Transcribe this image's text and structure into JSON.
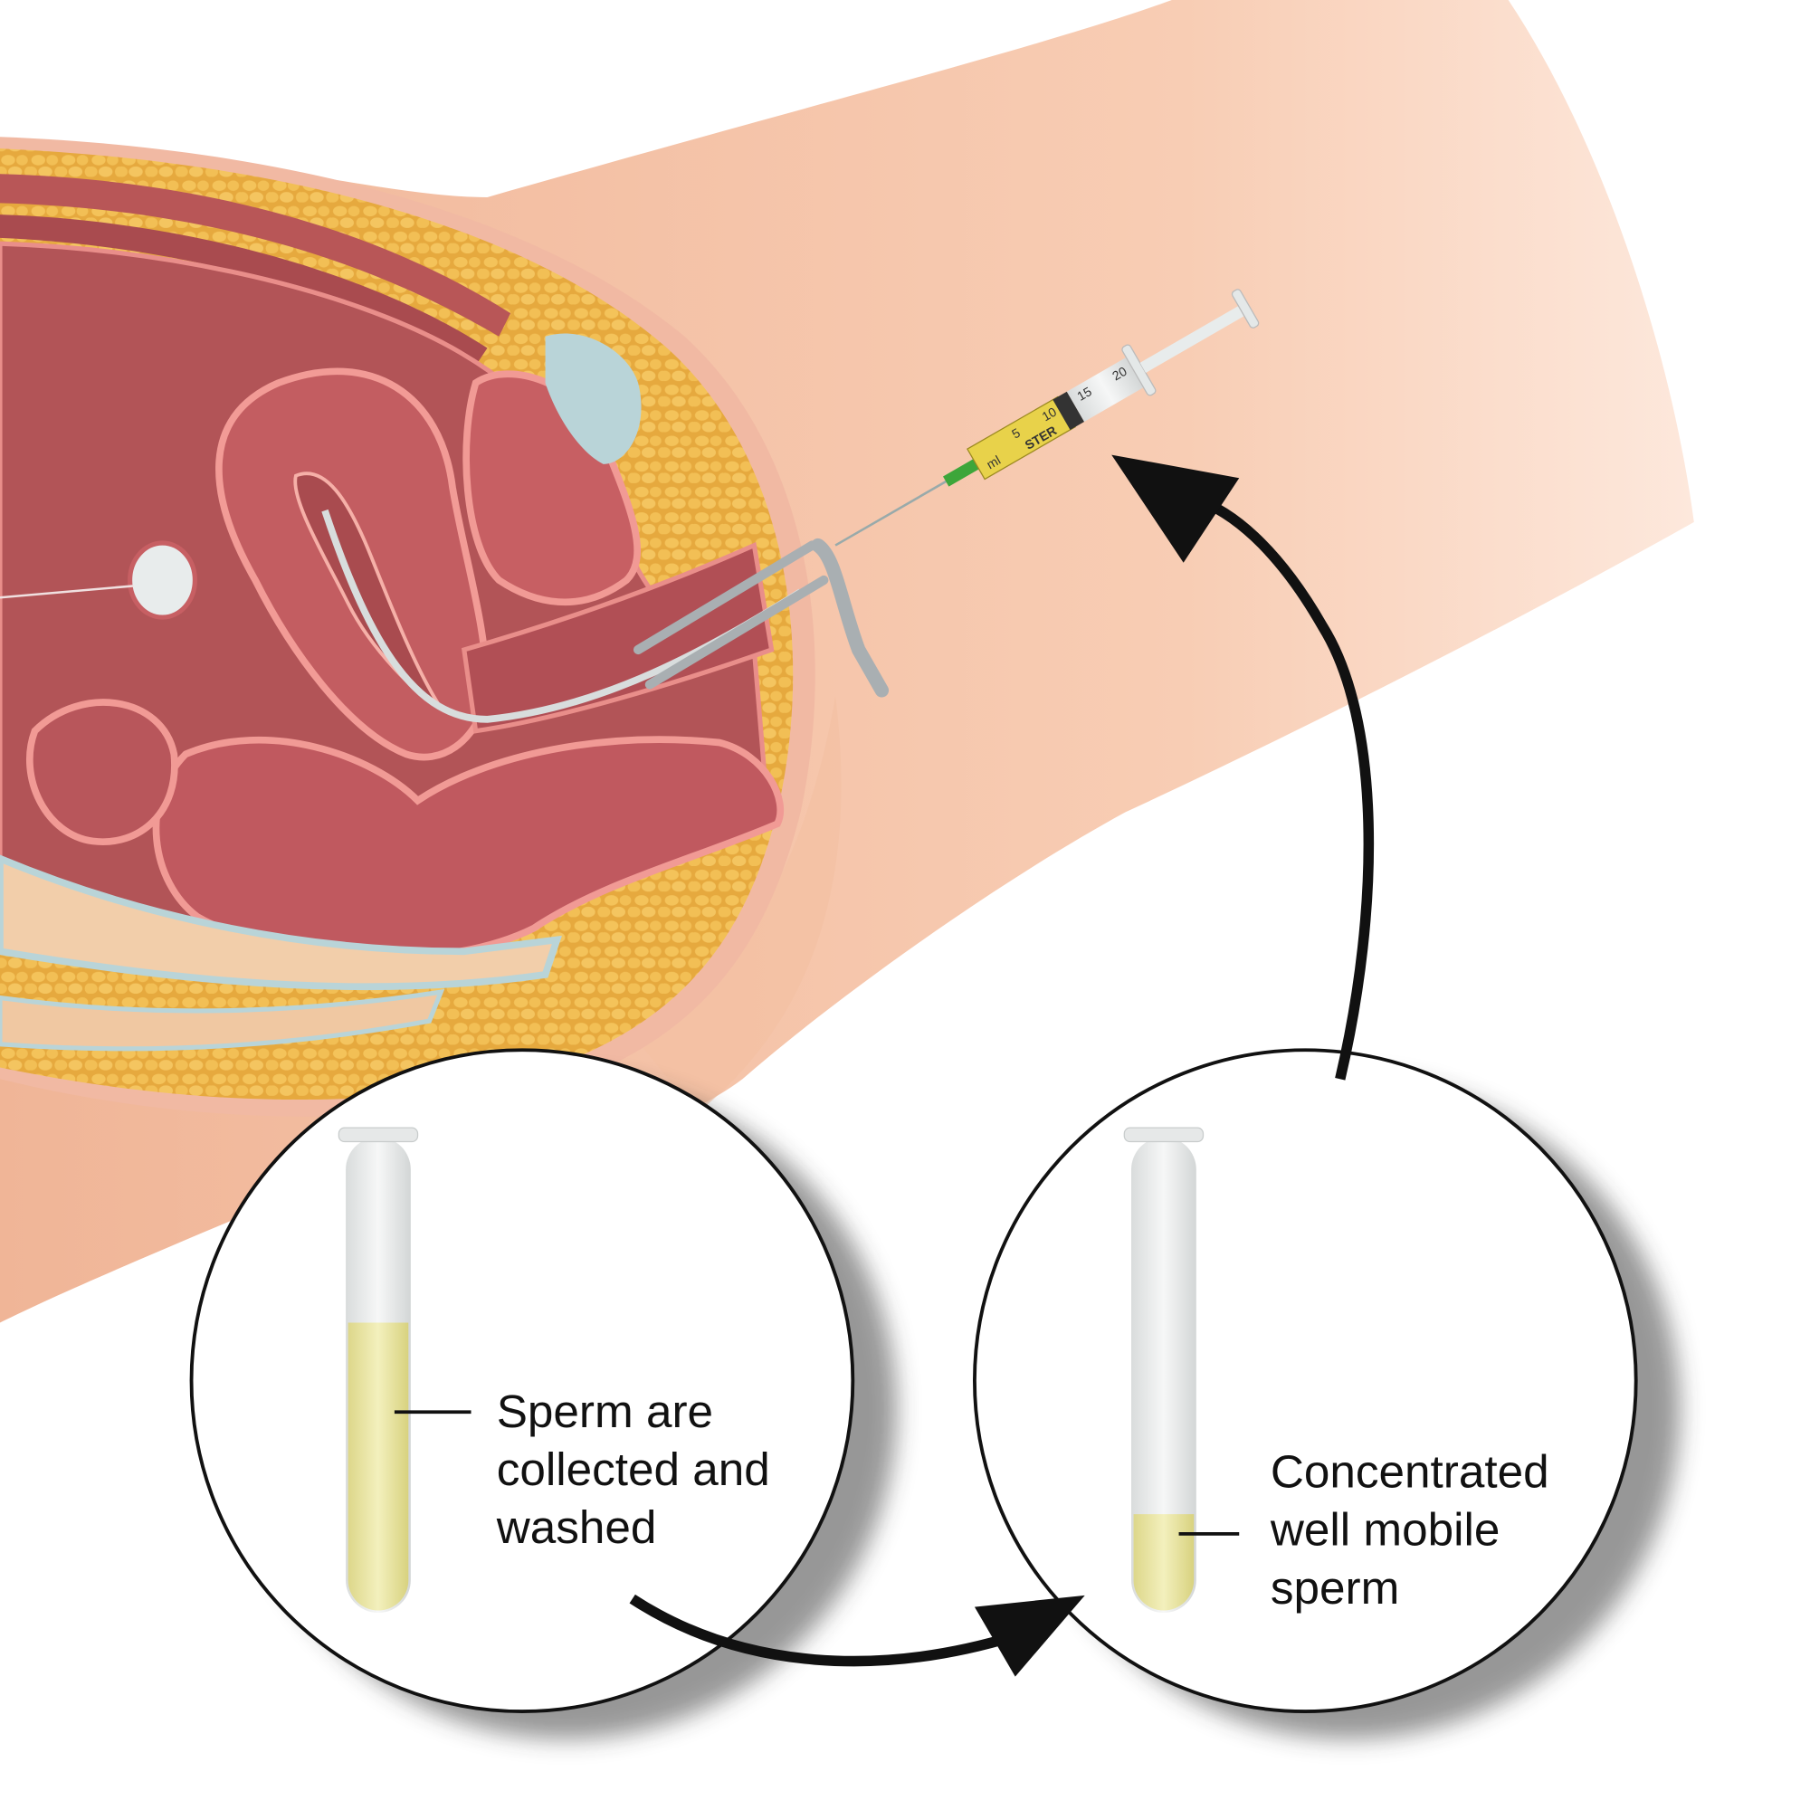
{
  "title": "Intrauterine insemination procedure",
  "labels": {
    "collected": [
      "Sperm are",
      "collected and",
      "washed"
    ],
    "concentrated": [
      "Concentrated",
      "well mobile",
      "sperm"
    ]
  },
  "syringe": {
    "unit": "ml",
    "marks": [
      "5",
      "10",
      "15",
      "20"
    ],
    "brand": "STER"
  },
  "colors": {
    "skin": "#f6c6aa",
    "fat": "#e9b24a",
    "tissue": "#c0595f",
    "fluid": "#ebe7a6",
    "arrow": "#111111"
  }
}
